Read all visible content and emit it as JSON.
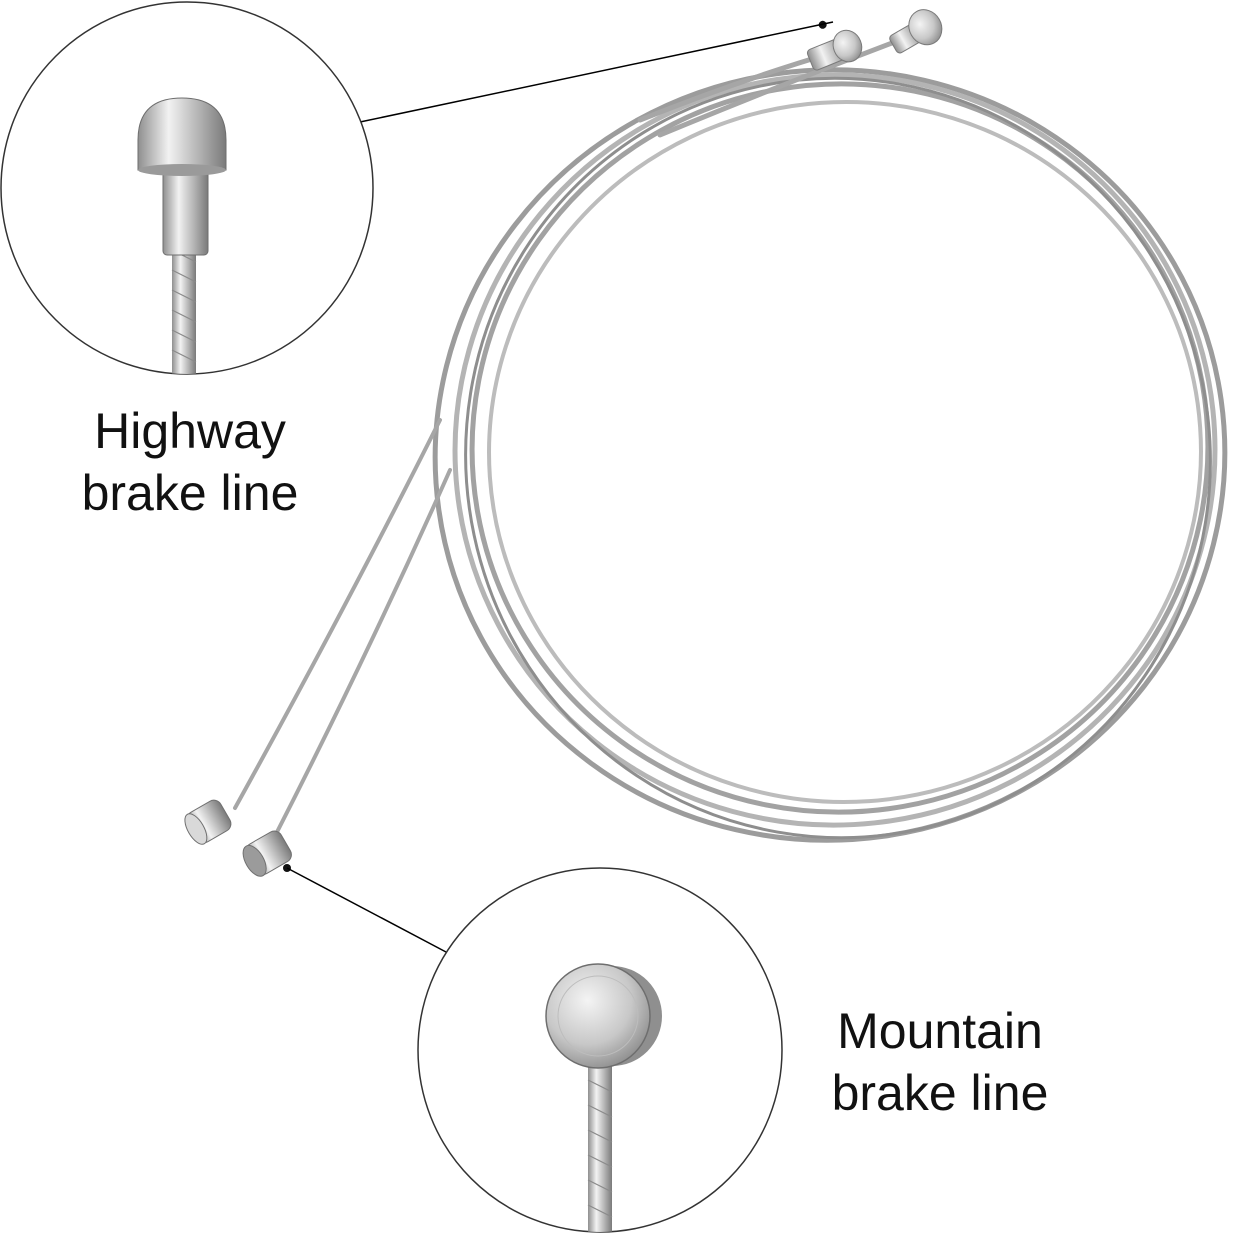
{
  "labels": {
    "highway": {
      "line1": "Highway",
      "line2": "brake line"
    },
    "mountain": {
      "line1": "Mountain",
      "line2": "brake line"
    }
  },
  "colors": {
    "background": "#ffffff",
    "cable": "#a9a9a9",
    "cable_shadow": "#7d7d7d",
    "metal_light": "#e6e6e6",
    "metal_dark": "#8a8a8a",
    "callout_ring": "#333333",
    "leader_line": "#000000",
    "text": "#111111"
  }
}
